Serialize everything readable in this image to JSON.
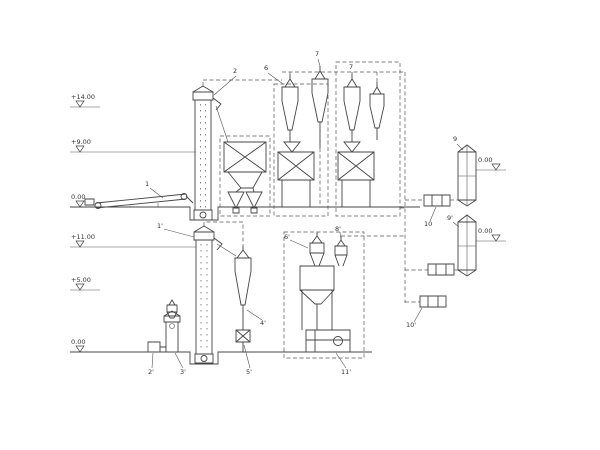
{
  "drawing": {
    "bg": "#ffffff",
    "ink": "#444444",
    "type": "process-flow-diagram",
    "elevations_left": [
      {
        "label": "+14.00"
      },
      {
        "label": "+9.00"
      },
      {
        "label": "0.00"
      },
      {
        "label": "+11.00"
      },
      {
        "label": "+5.00"
      },
      {
        "label": "0.00"
      }
    ],
    "elevations_right": [
      {
        "label": "0.00"
      },
      {
        "label": "0.00"
      }
    ],
    "tags": {
      "conveyor": "1",
      "elevator_a": "2",
      "cyclone_6": "6",
      "cyclone_7a": "7",
      "cyclone_7b": "7",
      "filter_9": "9",
      "filter_9p": "9'",
      "fan_10": "10",
      "fan_10p": "10'",
      "elevator_b": "1'",
      "unit_2p": "2'",
      "unit_3p": "3'",
      "cyclone_4p": "4'",
      "feeder_5p": "5'",
      "hopper_6p": "6'",
      "filter_8p": "8'",
      "mixer_11p": "11'"
    }
  }
}
